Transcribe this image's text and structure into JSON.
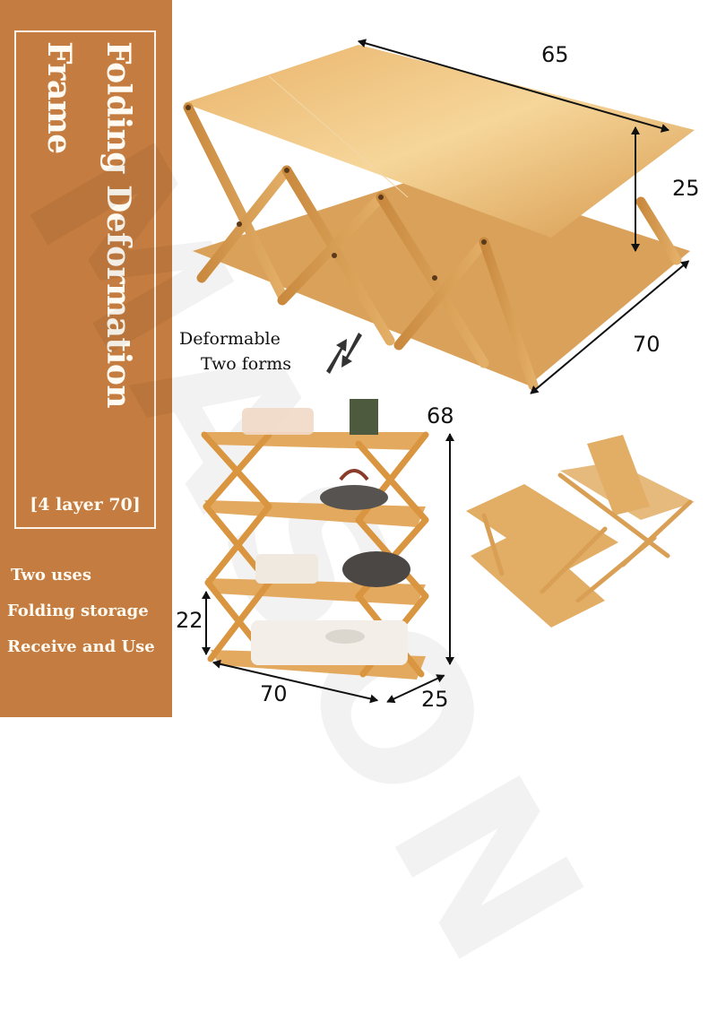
{
  "sidebar": {
    "title_line1": "Folding Deformation",
    "title_line2": "Frame",
    "layer_tag": "[4 layer 70]",
    "uses": [
      "Two uses",
      "Folding storage",
      "Receive and Use"
    ],
    "bg_color": "#C47C40"
  },
  "table_form": {
    "width_label": "65",
    "height_label": "25",
    "depth_label": "70"
  },
  "deform_caption": {
    "line1": "Deformable",
    "line2": "Two forms",
    "icon": "swap-arrows-icon"
  },
  "shelf_form": {
    "height_label": "68",
    "layer_gap_label": "22",
    "width_label": "70",
    "depth_label": "25"
  },
  "folded_form": {
    "icon": "folded-shelf-image"
  },
  "watermark": "MASON"
}
